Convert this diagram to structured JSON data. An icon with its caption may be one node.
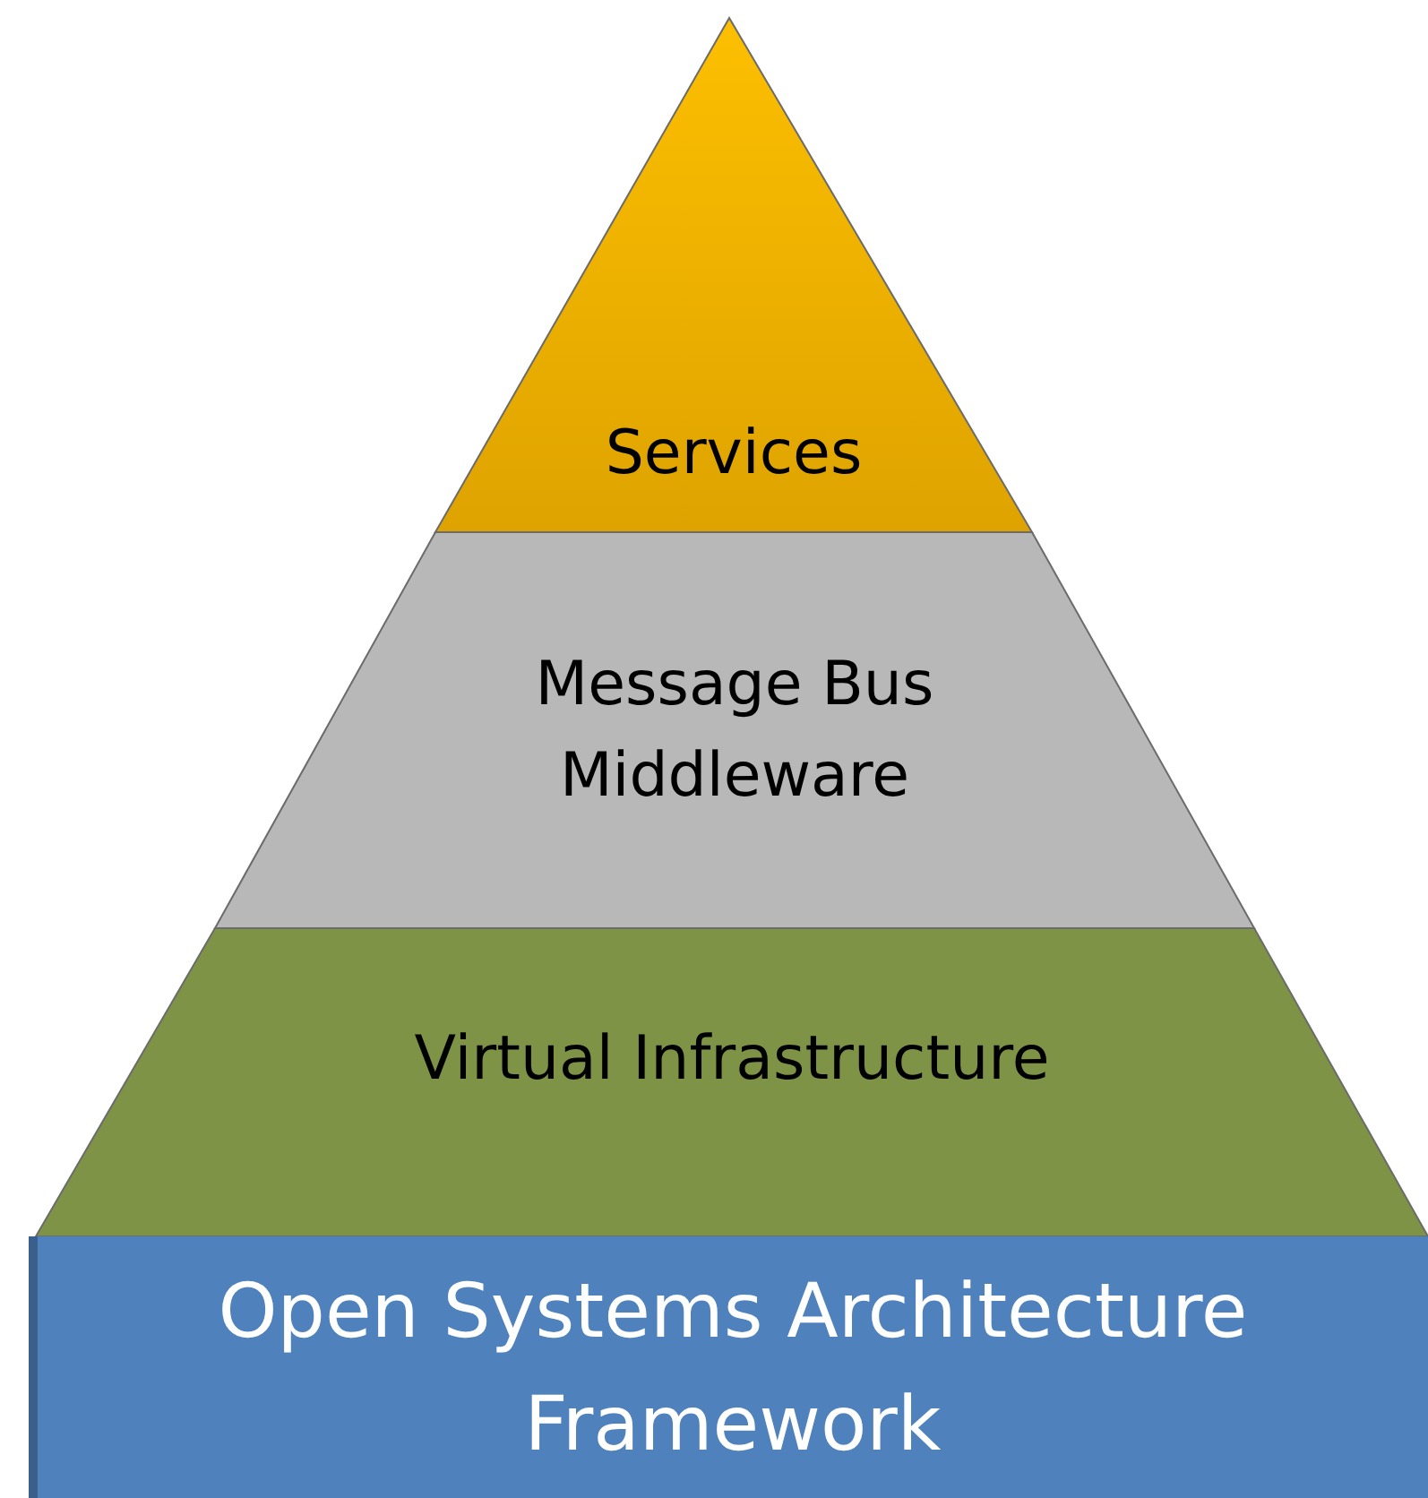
{
  "diagram": {
    "nodes": [
      {
        "text": [
          "Services"
        ]
      },
      {
        "text": [
          "Message Bus Middleware"
        ]
      },
      {
        "text": [
          "Virtual Infrastructure"
        ]
      },
      {
        "text": [
          "Open Systems Architecture Framework"
        ]
      }
    ]
  }
}
